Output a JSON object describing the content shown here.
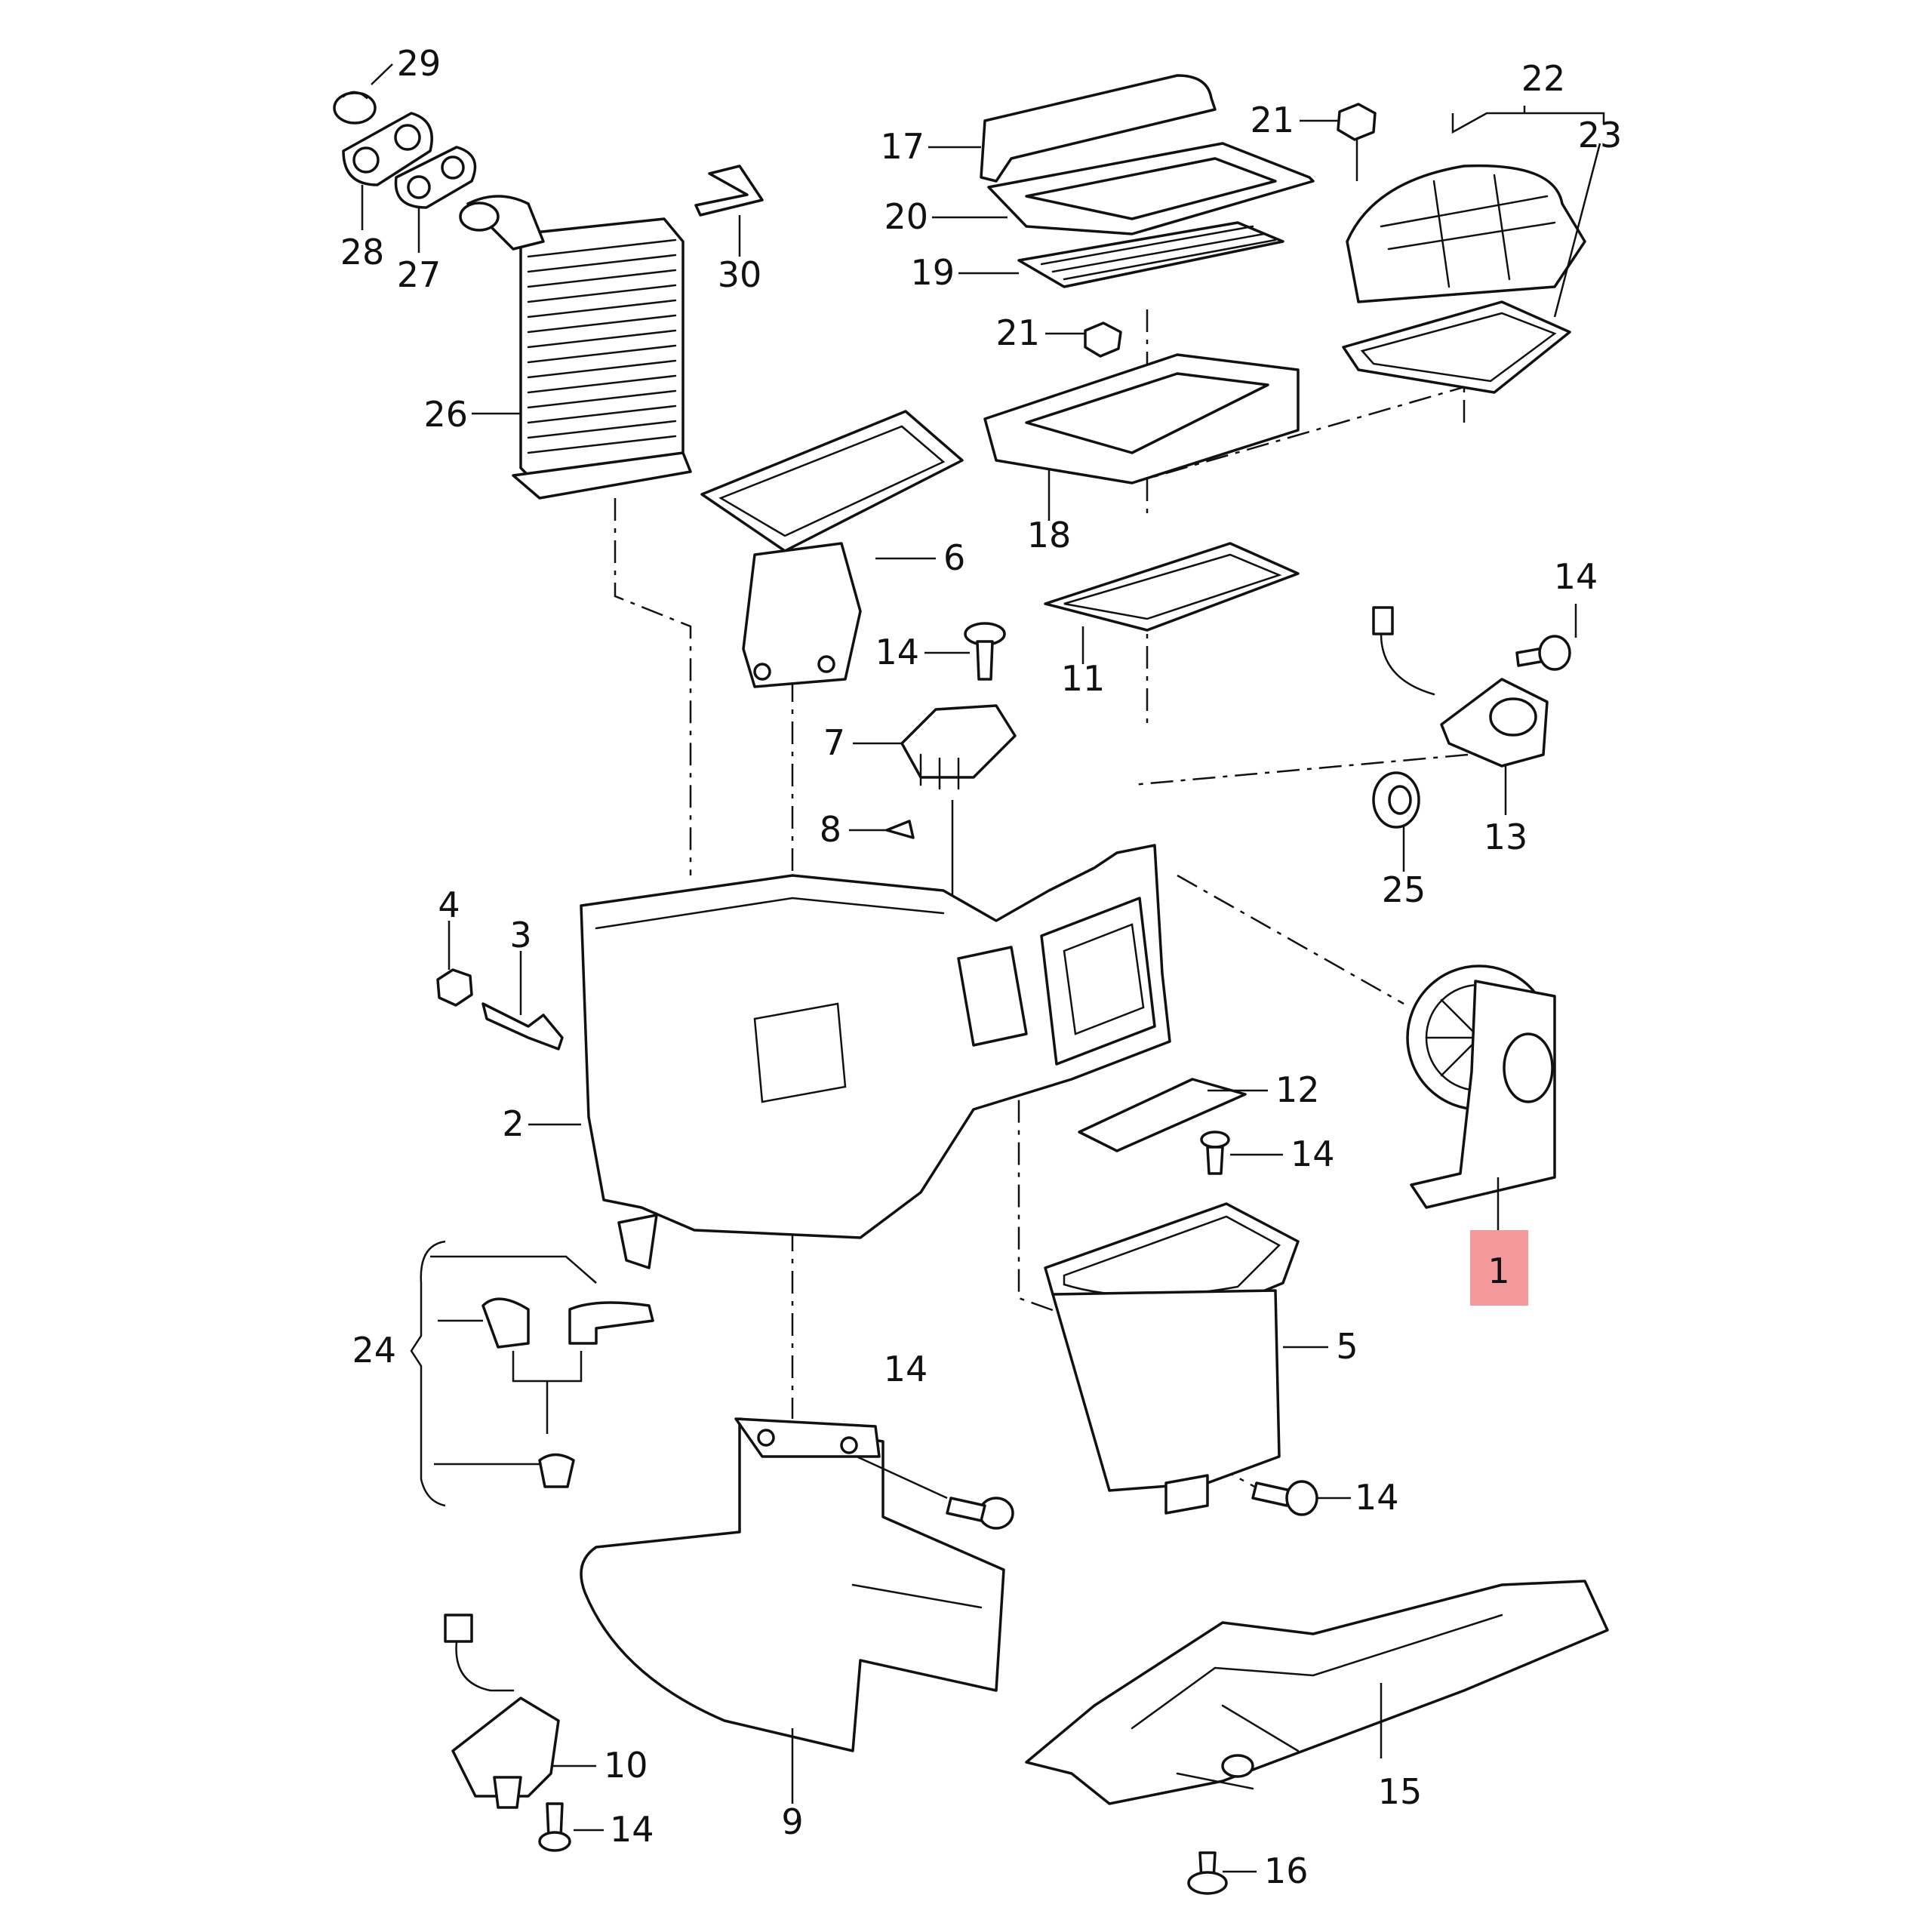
{
  "highlight": {
    "color": "#f4999b"
  },
  "labels": {
    "p1": "1",
    "p2": "2",
    "p3": "3",
    "p4": "4",
    "p5": "5",
    "p6": "6",
    "p7": "7",
    "p8": "8",
    "p9": "9",
    "p10": "10",
    "p11": "11",
    "p12": "12",
    "p13": "13",
    "p14a": "14",
    "p14b": "14",
    "p14c": "14",
    "p14d": "14",
    "p14e": "14",
    "p14f": "14",
    "p15": "15",
    "p16": "16",
    "p17": "17",
    "p18": "18",
    "p19": "19",
    "p20": "20",
    "p21a": "21",
    "p21b": "21",
    "p22": "22",
    "p23": "23",
    "p24": "24",
    "p25": "25",
    "p26": "26",
    "p27": "27",
    "p28": "28",
    "p29": "29",
    "p30": "30"
  }
}
